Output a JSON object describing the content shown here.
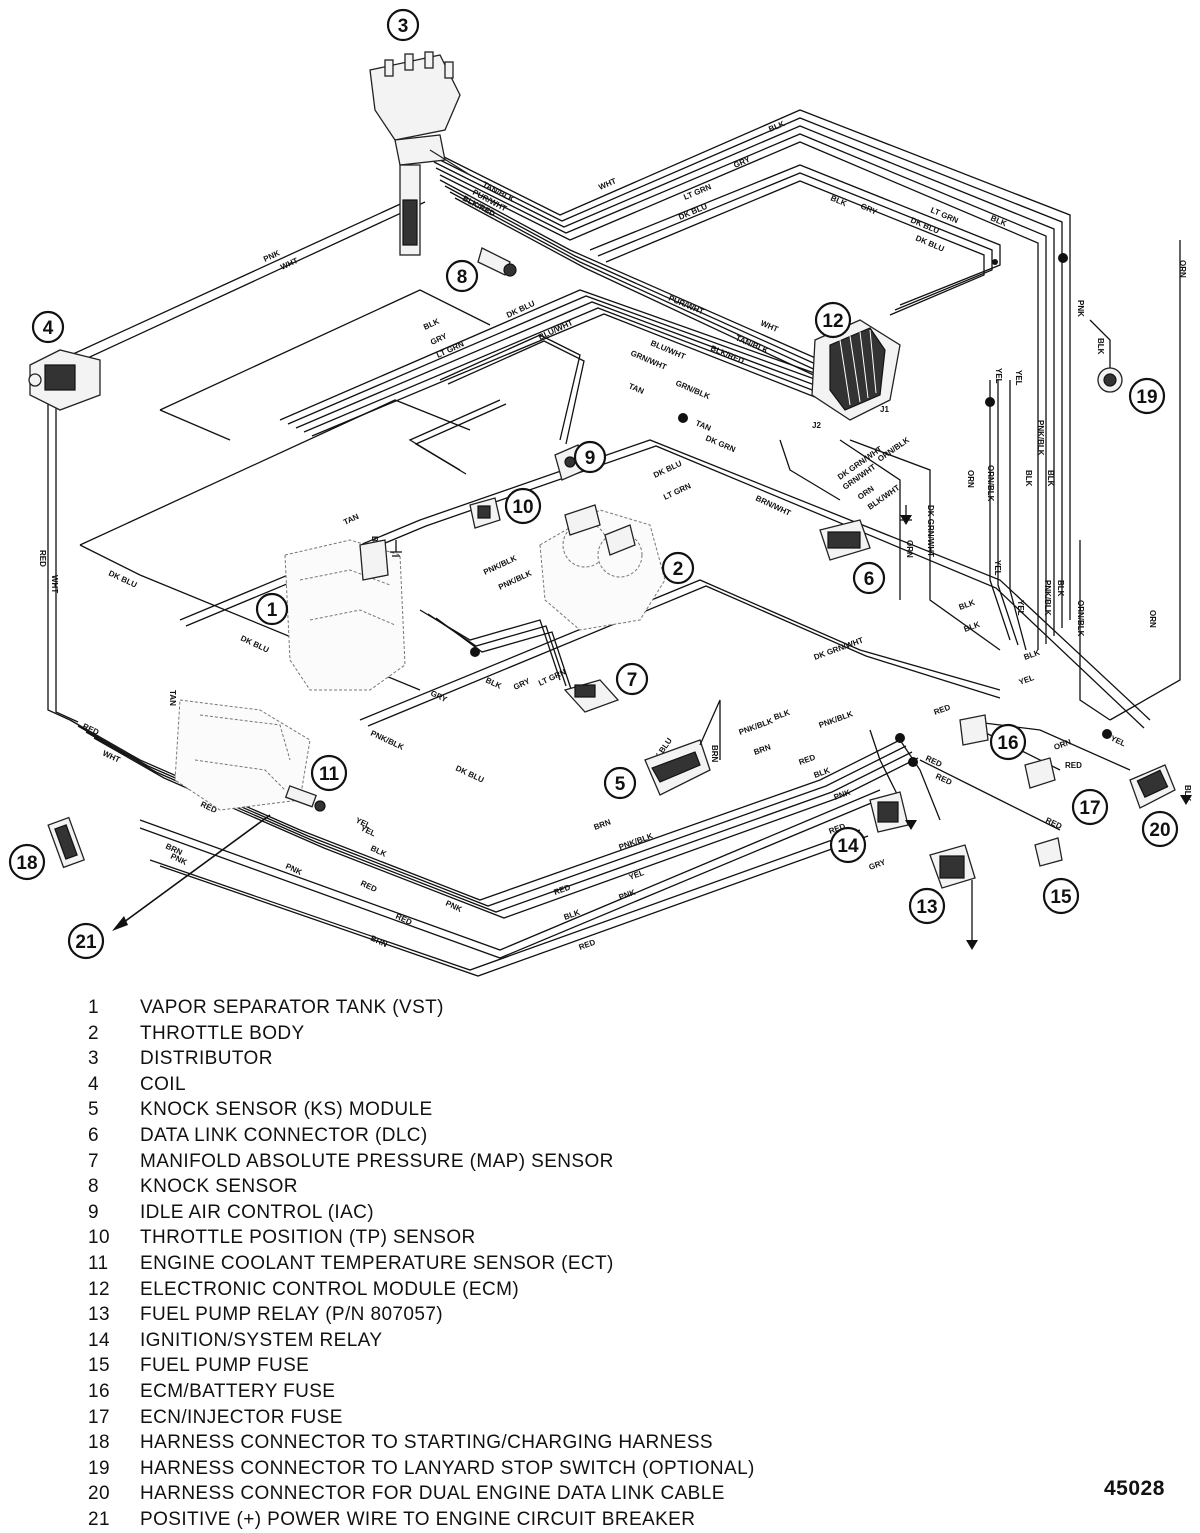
{
  "figure_id": "45028",
  "legend": [
    {
      "num": "1",
      "label": "VAPOR SEPARATOR TANK (VST)"
    },
    {
      "num": "2",
      "label": "THROTTLE BODY"
    },
    {
      "num": "3",
      "label": "DISTRIBUTOR"
    },
    {
      "num": "4",
      "label": "COIL"
    },
    {
      "num": "5",
      "label": "KNOCK SENSOR (KS) MODULE"
    },
    {
      "num": "6",
      "label": "DATA LINK CONNECTOR (DLC)"
    },
    {
      "num": "7",
      "label": "MANIFOLD ABSOLUTE PRESSURE (MAP) SENSOR"
    },
    {
      "num": "8",
      "label": "KNOCK SENSOR"
    },
    {
      "num": "9",
      "label": "IDLE AIR CONTROL (IAC)"
    },
    {
      "num": "10",
      "label": "THROTTLE POSITION (TP) SENSOR"
    },
    {
      "num": "11",
      "label": "ENGINE COOLANT TEMPERATURE SENSOR (ECT)"
    },
    {
      "num": "12",
      "label": "ELECTRONIC CONTROL MODULE (ECM)"
    },
    {
      "num": "13",
      "label": "FUEL PUMP RELAY (P/N 807057)"
    },
    {
      "num": "14",
      "label": "IGNITION/SYSTEM RELAY"
    },
    {
      "num": "15",
      "label": "FUEL PUMP FUSE"
    },
    {
      "num": "16",
      "label": "ECM/BATTERY FUSE"
    },
    {
      "num": "17",
      "label": "ECN/INJECTOR FUSE"
    },
    {
      "num": "18",
      "label": "HARNESS CONNECTOR TO STARTING/CHARGING HARNESS"
    },
    {
      "num": "19",
      "label": "HARNESS CONNECTOR TO LANYARD STOP SWITCH (OPTIONAL)"
    },
    {
      "num": "20",
      "label": "HARNESS CONNECTOR FOR DUAL ENGINE DATA LINK CABLE"
    },
    {
      "num": "21",
      "label": "POSITIVE (+) POWER WIRE TO ENGINE CIRCUIT BREAKER"
    }
  ],
  "connector_labels": {
    "ecm_j1": "J1",
    "ecm_j2": "J2"
  },
  "wire_labels": {
    "blk": "BLK",
    "gry": "GRY",
    "lt_grn": "LT GRN",
    "dk_blu": "DK BLU",
    "pur_wht": "PUR/WHT",
    "tan_blk": "TAN/BLK",
    "blk_red": "BLK/RED",
    "wht": "WHT",
    "pnk": "PNK",
    "red": "RED",
    "tan": "TAN",
    "blu_wht": "BLU/WHT",
    "grn_wht": "GRN/WHT",
    "grn_blk": "GRN/BLK",
    "dk_grn": "DK GRN",
    "brn_wht": "BRN/WHT",
    "dk_grn_wht": "DK GRN/WHT",
    "orn_blk": "ORN/BLK",
    "orn": "ORN",
    "yel": "YEL",
    "pnk_blk": "PNK/BLK",
    "brn": "BRN",
    "blk_wht": "BLK/WHT"
  }
}
